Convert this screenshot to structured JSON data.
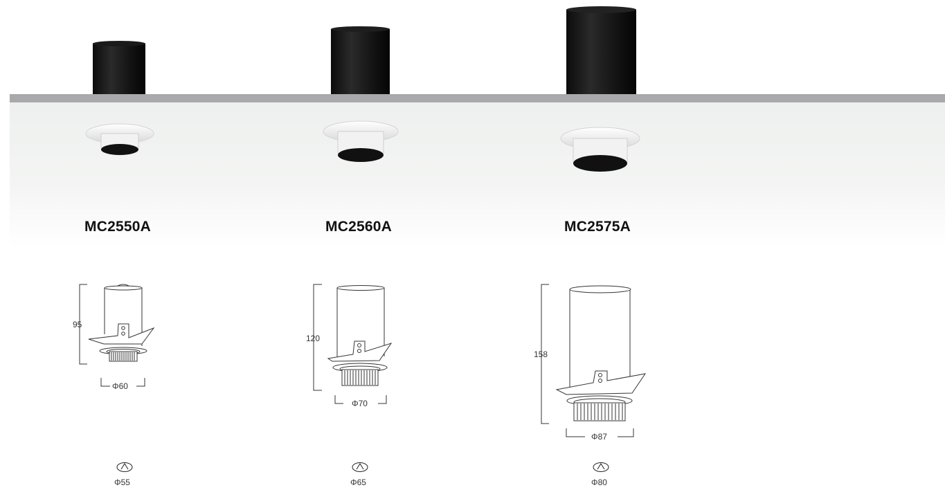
{
  "products": [
    {
      "model": "MC2550A",
      "height_label": "95",
      "diameter_label": "Φ60",
      "cutout_label": "Φ55"
    },
    {
      "model": "MC2560A",
      "height_label": "120",
      "diameter_label": "Φ70",
      "cutout_label": "Φ65"
    },
    {
      "model": "MC2575A",
      "height_label": "158",
      "diameter_label": "Φ87",
      "cutout_label": "Φ80"
    }
  ],
  "colors": {
    "ceiling": "#a9a9ab",
    "housing": "#1a1a1a",
    "trim": "#f4f4f4",
    "background_fade": "#eef0ef"
  },
  "icons": [
    "cutout-icon"
  ]
}
